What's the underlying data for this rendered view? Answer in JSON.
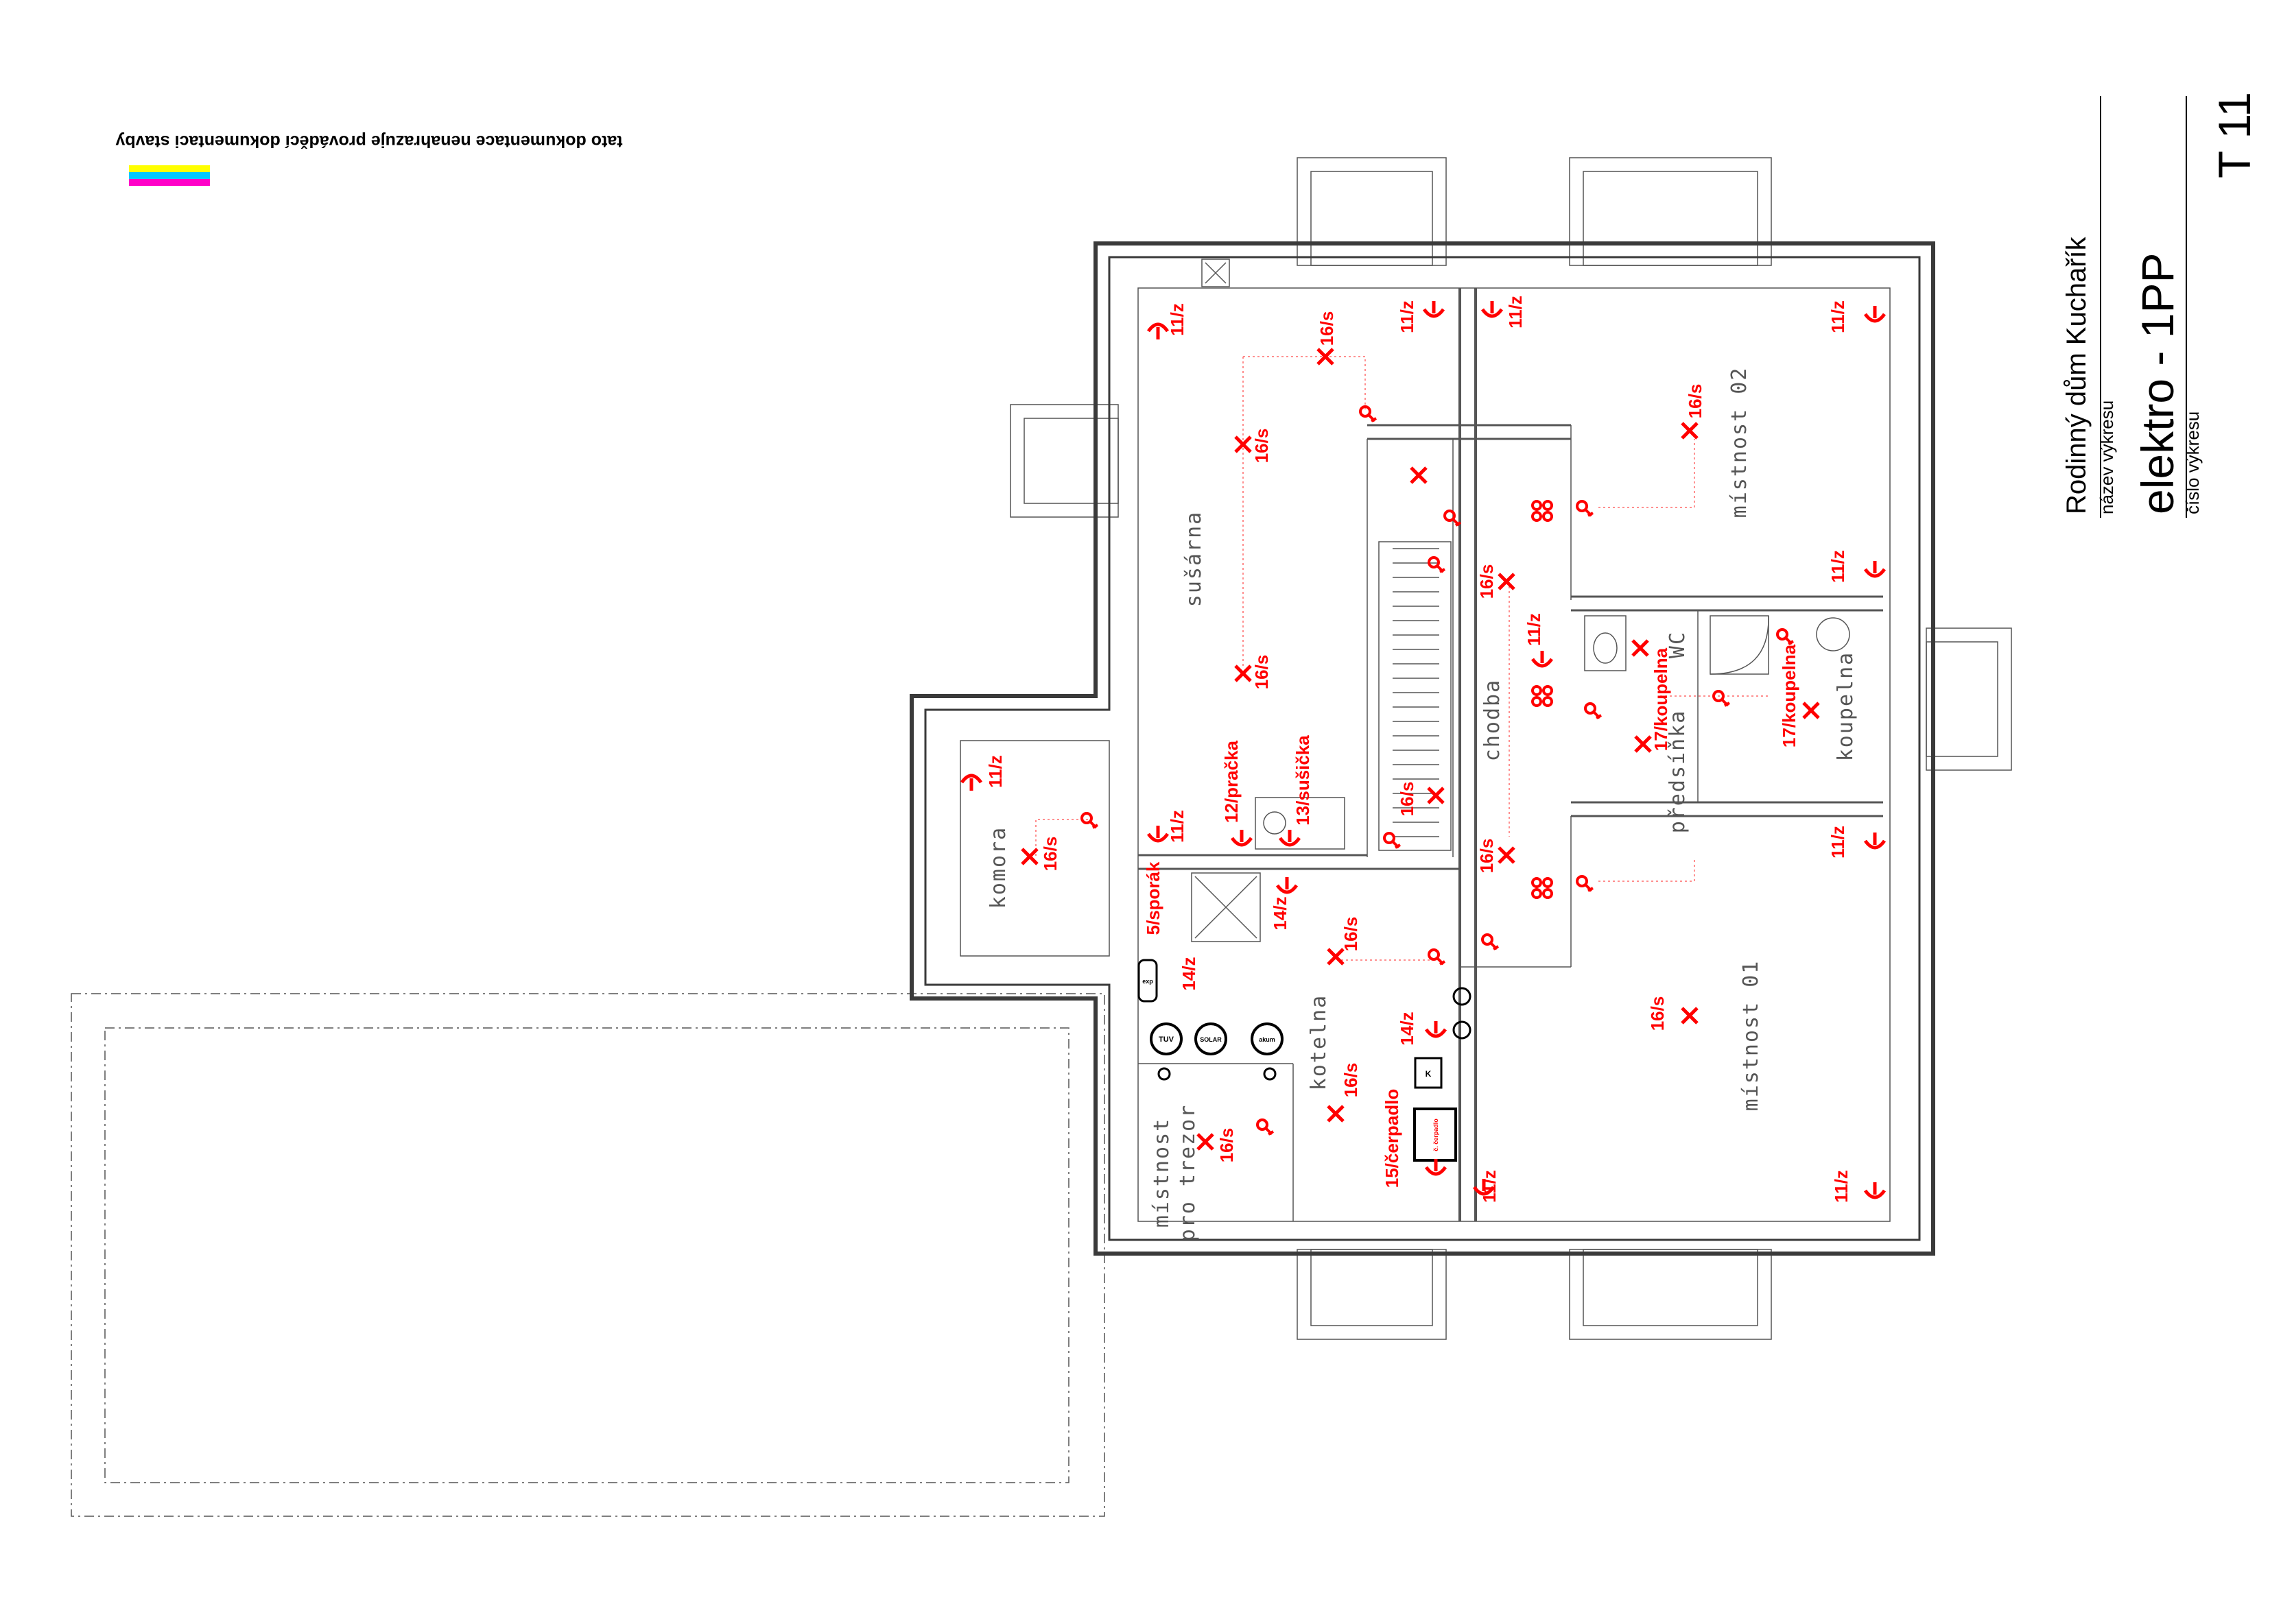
{
  "titleblock": {
    "project": "Rodinný dům Kuchařík",
    "name_label": "název výkresu",
    "drawing_name": "elektro - 1PP",
    "number_label": "číslo výkresu",
    "drawing_number": "T 11"
  },
  "note": "tato dokumentace nenahrazuje prováděcí dokumentaci stavby",
  "color_bars": [
    "#ffff00",
    "#00c8ff",
    "#ff00c8"
  ],
  "rooms": {
    "susarna": "sušárna",
    "mistnost02": "místnost 02",
    "chodba": "chodba",
    "wc": "WC",
    "predsinka": "předsíňka",
    "koupelna": "koupelna",
    "komora": "komora",
    "kotelna": "kotelna",
    "mistnost01": "místnost 01",
    "trezor1": "místnost",
    "trezor2": "pro trezor"
  },
  "circuits": {
    "c11z": "11/z",
    "c16s": "16/s",
    "c12": "12/pračka",
    "c13": "13/sušička",
    "c5": "5/sporák",
    "c14": "14/z",
    "c15": "15/čerpadlo",
    "c17": "17/koupelna"
  },
  "equipment": {
    "tuv": "TUV",
    "solar": "SOLAR",
    "akum": "akum",
    "exp": "exp",
    "pump": "č. čerpadlo",
    "k": "K"
  }
}
